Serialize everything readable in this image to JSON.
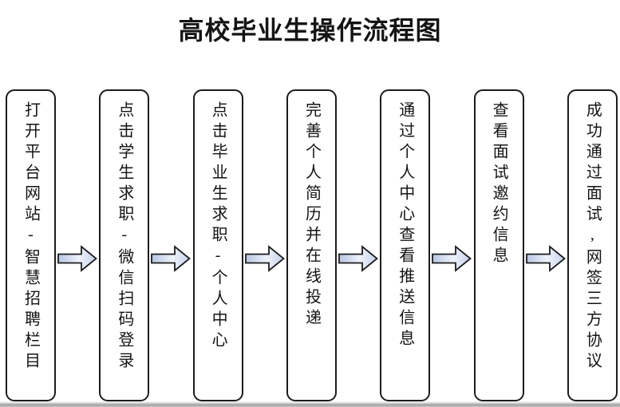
{
  "title": "高校毕业生操作流程图",
  "steps": [
    {
      "label": "打开平台网站-智慧招聘栏目"
    },
    {
      "label": "点击学生求职-微信扫码登录"
    },
    {
      "label": "点击毕业生求职-个人中心"
    },
    {
      "label": "完善个人简历并在线投递"
    },
    {
      "label": "通过个人中心查看推送信息"
    },
    {
      "label": "查看面试邀约信息"
    },
    {
      "label": "成功通过面试,网签三方协议"
    }
  ],
  "arrow": {
    "direction": "right",
    "style": "block-arrow"
  },
  "colors": {
    "background": "#ffffff",
    "box_border": "#1c1c1c",
    "text": "#141414",
    "arrow_outline": "#1c1c1c",
    "arrow_fill_left": "#b7c5e3",
    "arrow_fill_mid": "#eef2fa",
    "arrow_fill_right": "#c5d1ec",
    "bottom_shadow": "#a0a0a0"
  }
}
